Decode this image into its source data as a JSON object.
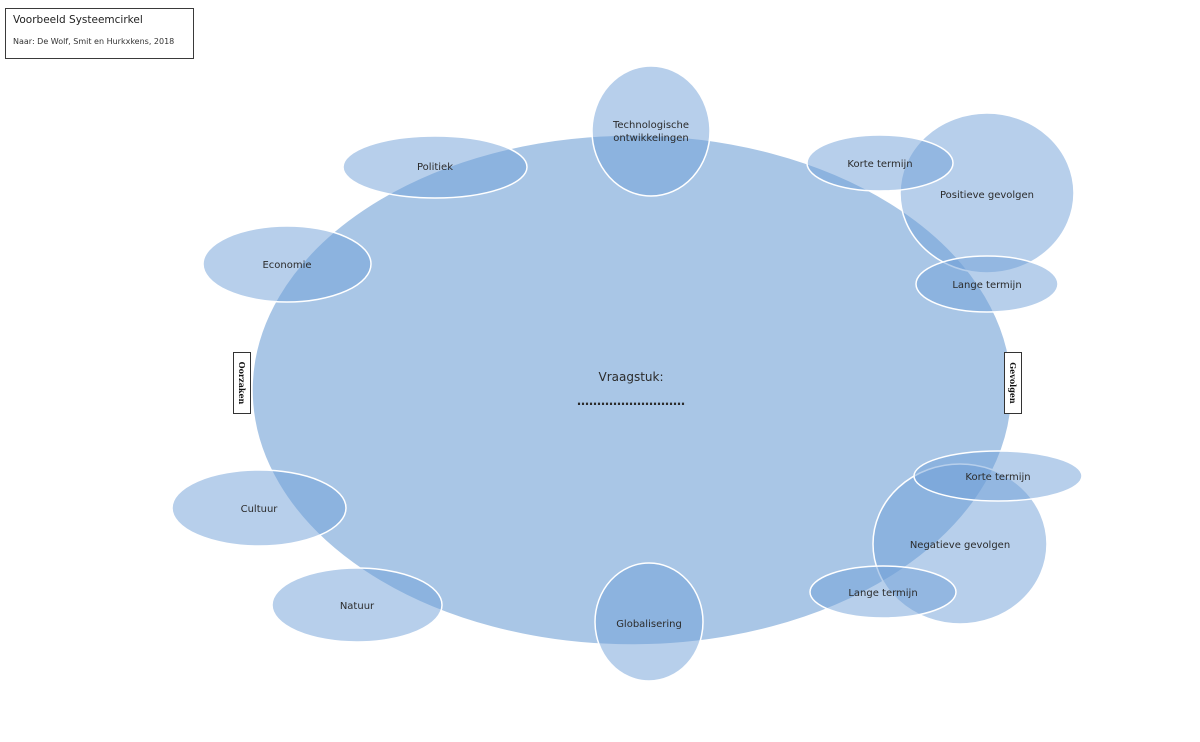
{
  "title_box": {
    "title": "Voorbeeld Systeemcirkel",
    "source": "Naar: De Wolf, Smit en Hurkxkens, 2018"
  },
  "center": {
    "label": "Vraagstuk:",
    "dots": "………………………"
  },
  "side_labels": {
    "left": "Oorzaken",
    "right": "Gevolgen"
  },
  "nodes": {
    "technologie_line1": "Technologische",
    "technologie_line2": "ontwikkelingen",
    "politiek": "Politiek",
    "economie": "Economie",
    "cultuur": "Cultuur",
    "natuur": "Natuur",
    "globalisering": "Globalisering",
    "positieve_gevolgen": "Positieve gevolgen",
    "positief_korte_termijn": "Korte termijn",
    "positief_lange_termijn": "Lange termijn",
    "negatieve_gevolgen": "Negatieve gevolgen",
    "negatief_korte_termijn": "Korte termijn",
    "negatief_lange_termijn": "Lange termijn"
  },
  "colors": {
    "fill": "#6f9fd8",
    "stroke": "#ffffff",
    "main_fill": "#a9c6e6"
  }
}
